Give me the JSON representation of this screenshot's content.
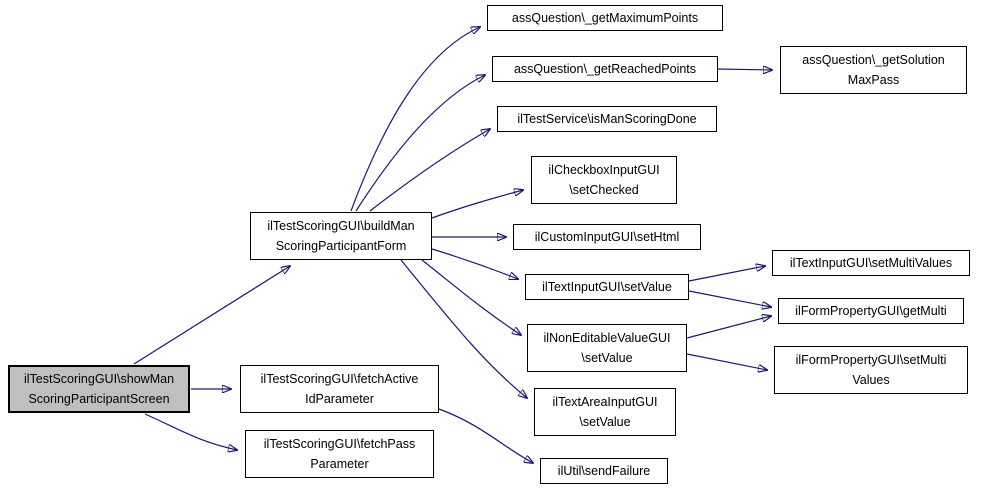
{
  "diagram": {
    "type": "doxygen-call-graph",
    "colors": {
      "background": "#ffffff",
      "edge": "#191970",
      "node_border": "#000000",
      "node_fill": "#ffffff",
      "highlight_fill": "#bfbfbf"
    },
    "nodes": {
      "show_man": {
        "label": "ilTestScoringGUI\\showMan\nScoringParticipantScreen",
        "highlighted": true
      },
      "build_man": {
        "label": "ilTestScoringGUI\\buildMan\nScoringParticipantForm",
        "highlighted": false
      },
      "fetch_active": {
        "label": "ilTestScoringGUI\\fetchActive\nIdParameter",
        "highlighted": false
      },
      "fetch_pass": {
        "label": "ilTestScoringGUI\\fetchPass\nParameter",
        "highlighted": false
      },
      "get_maximum_points": {
        "label": "assQuestion\\_getMaximumPoints",
        "highlighted": false
      },
      "get_reached_points": {
        "label": "assQuestion\\_getReachedPoints",
        "highlighted": false
      },
      "get_solution_max_pass": {
        "label": "assQuestion\\_getSolution\nMaxPass",
        "highlighted": false
      },
      "is_man_scoring_done": {
        "label": "ilTestService\\isManScoringDone",
        "highlighted": false
      },
      "set_checked": {
        "label": "ilCheckboxInputGUI\n\\setChecked",
        "highlighted": false
      },
      "set_html": {
        "label": "ilCustomInputGUI\\setHtml",
        "highlighted": false
      },
      "text_set_value": {
        "label": "ilTextInputGUI\\setValue",
        "highlighted": false
      },
      "non_editable_set_value": {
        "label": "ilNonEditableValueGUI\n\\setValue",
        "highlighted": false
      },
      "text_area_set_value": {
        "label": "ilTextAreaInputGUI\n\\setValue",
        "highlighted": false
      },
      "send_failure": {
        "label": "ilUtil\\sendFailure",
        "highlighted": false
      },
      "set_multi_values": {
        "label": "ilTextInputGUI\\setMultiValues",
        "highlighted": false
      },
      "get_multi": {
        "label": "ilFormPropertyGUI\\getMulti",
        "highlighted": false
      },
      "form_set_multi_values": {
        "label": "ilFormPropertyGUI\\setMulti\nValues",
        "highlighted": false
      }
    },
    "edges": [
      {
        "from": "show_man",
        "to": "build_man"
      },
      {
        "from": "show_man",
        "to": "fetch_active"
      },
      {
        "from": "show_man",
        "to": "fetch_pass"
      },
      {
        "from": "build_man",
        "to": "get_maximum_points"
      },
      {
        "from": "build_man",
        "to": "get_reached_points"
      },
      {
        "from": "build_man",
        "to": "is_man_scoring_done"
      },
      {
        "from": "build_man",
        "to": "set_checked"
      },
      {
        "from": "build_man",
        "to": "set_html"
      },
      {
        "from": "build_man",
        "to": "text_set_value"
      },
      {
        "from": "build_man",
        "to": "non_editable_set_value"
      },
      {
        "from": "build_man",
        "to": "text_area_set_value"
      },
      {
        "from": "get_reached_points",
        "to": "get_solution_max_pass"
      },
      {
        "from": "text_set_value",
        "to": "set_multi_values"
      },
      {
        "from": "text_set_value",
        "to": "get_multi"
      },
      {
        "from": "non_editable_set_value",
        "to": "get_multi"
      },
      {
        "from": "non_editable_set_value",
        "to": "form_set_multi_values"
      },
      {
        "from": "fetch_active",
        "to": "send_failure"
      }
    ]
  }
}
